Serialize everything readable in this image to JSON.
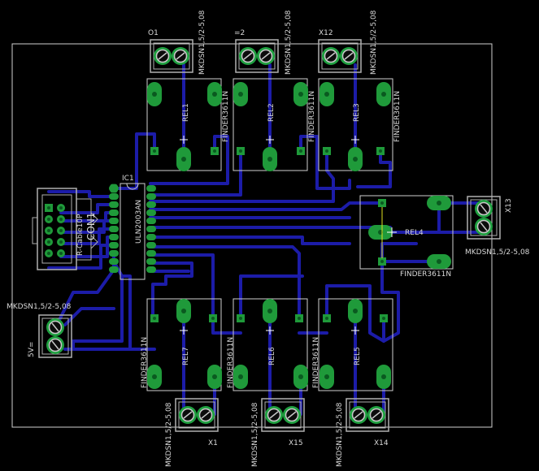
{
  "colors": {
    "background": "#000000",
    "outline": "#d0d0d0",
    "trace": "#1c1ca8",
    "pad": "#1f9a3a",
    "pad_hole": "#0a5a20",
    "connector_green": "#1fa040",
    "connector_grey": "#9a9a9a",
    "crosshair": "#ffffff",
    "label": "#d8d8d8",
    "jumper": "#e0e020"
  },
  "labels": {
    "conn_top_1_name": "O1",
    "conn_top_2_name": "=2",
    "conn_top_3_name": "X12",
    "conn_value": "MKDSN1,5/2-5,08",
    "conn_right_name": "X13",
    "conn_left_name": "5V=",
    "conn_bottom_1_name": "X1",
    "conn_bottom_2_name": "X15",
    "conn_bottom_3_name": "X14",
    "relay_value": "FINDER3611N",
    "rel1": "REL1",
    "rel2": "REL2",
    "rel3": "REL3",
    "rel4": "REL4",
    "rel5": "REL5",
    "rel6": "REL6",
    "rel7": "REL7",
    "ic_name": "IC1",
    "ic_value": "ULN2003AN",
    "con_name": "CON1",
    "con_value": "R-Cable10P"
  }
}
